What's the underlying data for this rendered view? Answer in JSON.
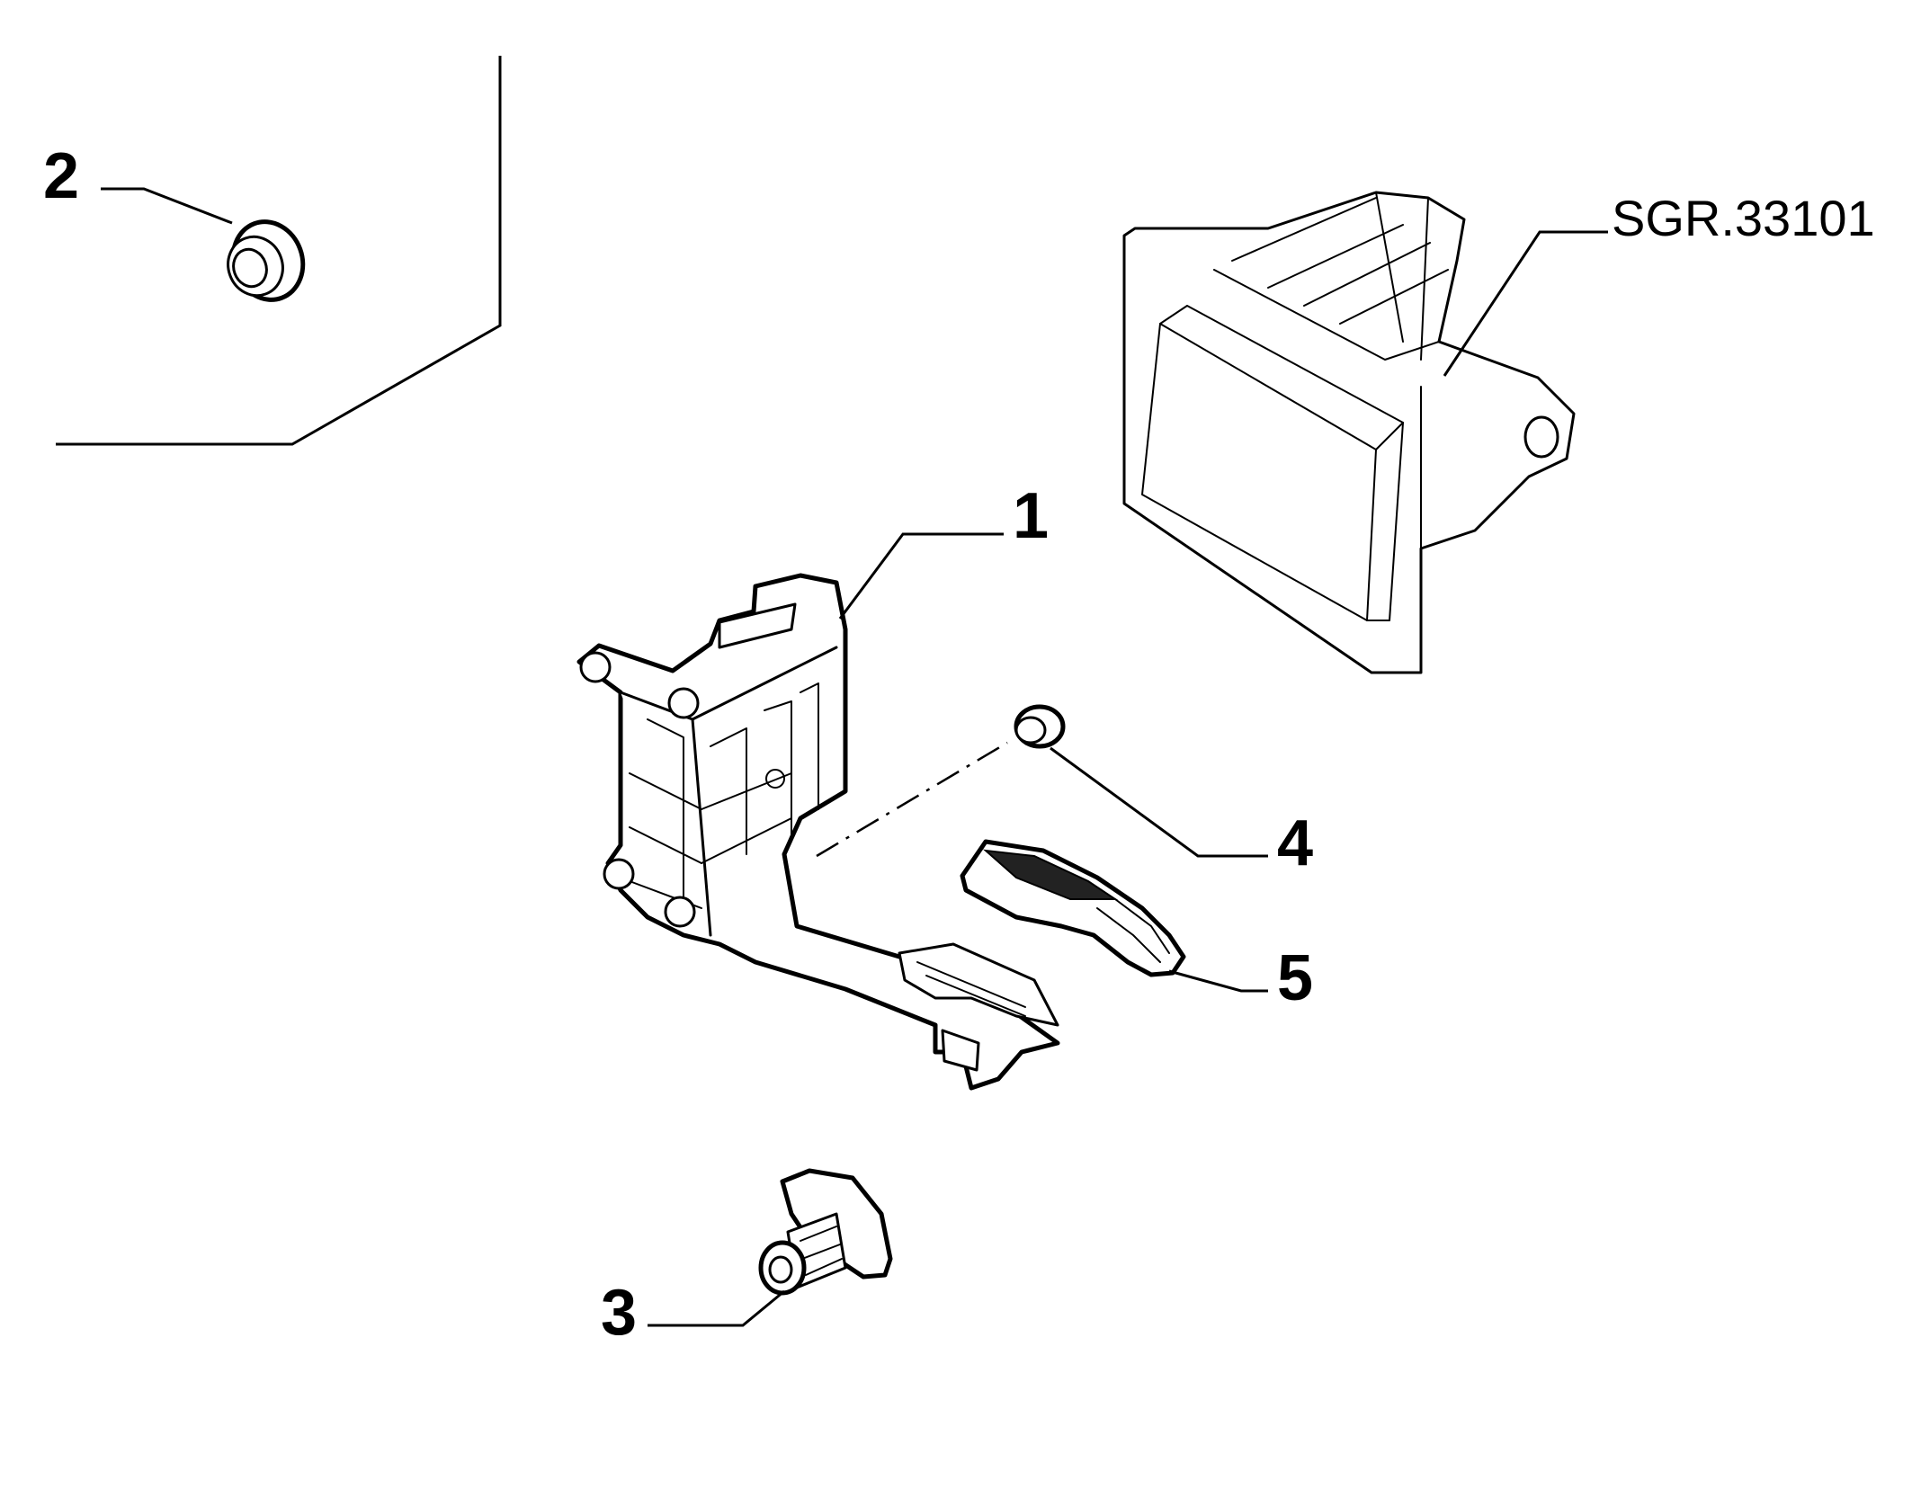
{
  "callouts": {
    "c1": "1",
    "c2": "2",
    "c3": "3",
    "c4": "4",
    "c5": "5"
  },
  "reference": "SGR.33101"
}
